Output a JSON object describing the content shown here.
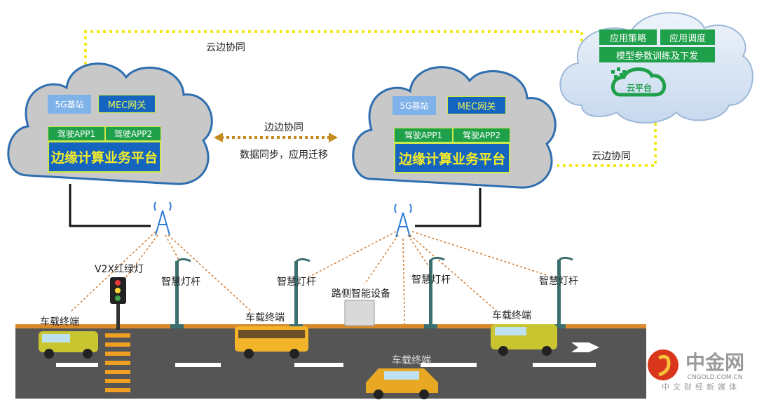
{
  "cloud_edge_sync_top": "云边协同",
  "cloud_edge_sync_right": "云边协同",
  "edge_edge": {
    "title": "边边协同",
    "desc": "数据同步，应用迁移"
  },
  "edge_clouds": [
    {
      "base_station": "5G基站",
      "mec": "MEC网关",
      "app1": "驾驶APP1",
      "app2": "驾驶APP2",
      "platform": "边缘计算业务平台"
    },
    {
      "base_station": "5G基站",
      "mec": "MEC网关",
      "app1": "驾驶APP1",
      "app2": "驾驶APP2",
      "platform": "边缘计算业务平台"
    }
  ],
  "central_cloud": {
    "strategy": "应用策略",
    "scheduling": "应用调度",
    "training": "模型参数训练及下发",
    "name": "云平台"
  },
  "road_labels": {
    "traffic_light": "V2X红绿灯",
    "lamps": [
      "智慧灯杆",
      "智慧灯杆",
      "智慧灯杆",
      "智慧灯杆"
    ],
    "roadside": "路侧智能设备",
    "terminals": [
      "车载终端",
      "车载终端",
      "车载终端",
      "车载终端"
    ]
  },
  "watermark": {
    "name": "中金网",
    "domain": "CNGOLD.COM.CN",
    "tagline": "中文财经新媒体"
  },
  "colors": {
    "dotted_link": "#f2e81c",
    "edge_link": "#c58a1c",
    "wireless": "#d07a30",
    "platform_blue": "#1565c0",
    "cloud_green": "#1fa04a"
  }
}
